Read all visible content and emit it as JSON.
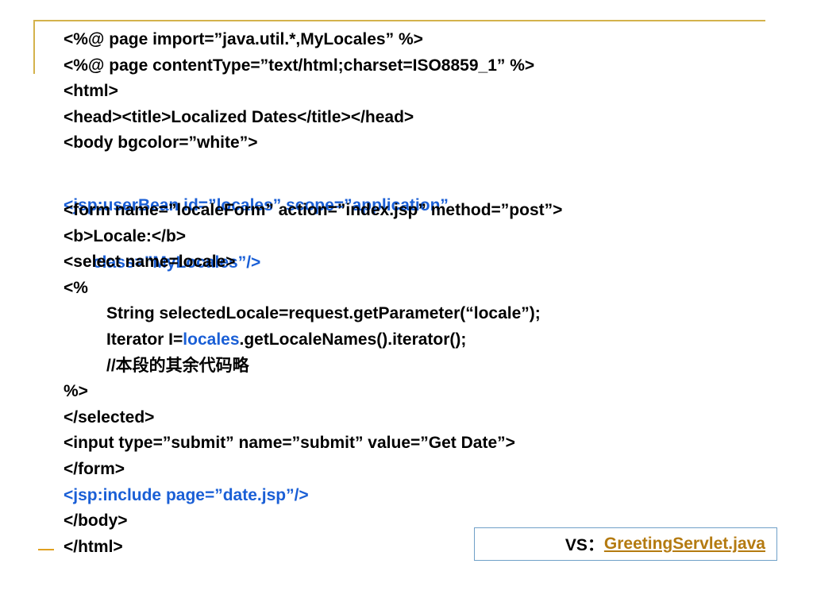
{
  "code_lines": [
    "<%@ page import=”java.util.*,MyLocales” %>",
    "<%@ page contentType=”text/html;charset=ISO8859_1” %>",
    "<html>",
    "<head><title>Localized Dates</title></head>",
    "<body bgcolor=”white”>",
    "<jsp:userBean id=”locales” scope=”application”",
    "class=”MyLocales”/>",
    "<form name=”localeForm” action=”index.jsp” method=”post”>",
    "<b>Locale:</b>",
    "<select name=locale>",
    "<%",
    "String selectedLocale=request.getParameter(“locale”);",
    "Iterator I=",
    "locales",
    ".getLocaleNames().iterator();",
    "//本段的其余代码略",
    "%>",
    "</selected>",
    "<input type=”submit” name=”submit” value=”Get Date”>",
    "</form>",
    "<jsp:include page=”date.jsp”/>",
    "</body>",
    "</html>"
  ],
  "vs_box": {
    "prefix": "VS：",
    "link_text": "GreetingServlet.java"
  },
  "colors": {
    "code_text": "#000000",
    "highlight_blue": "#1a5fd6",
    "link": "#b47a10",
    "decoration_gold": "#d4b24c",
    "box_border": "#6fa0c8"
  }
}
